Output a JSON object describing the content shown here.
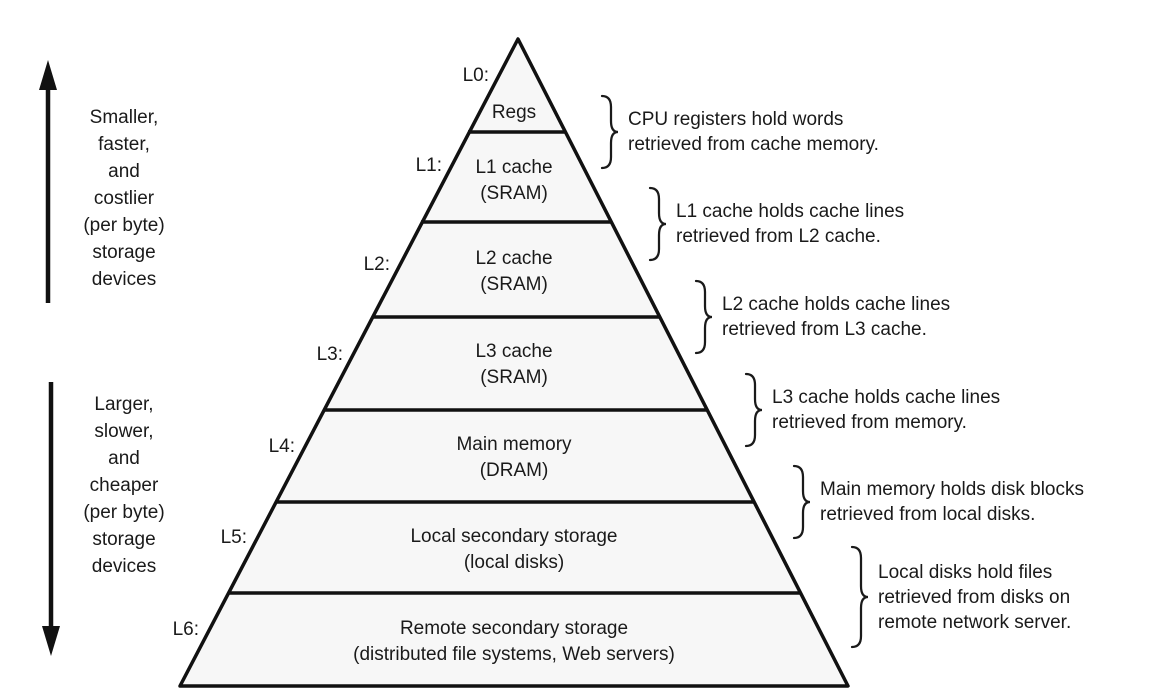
{
  "figure": {
    "left": {
      "top_arrow": {
        "direction": "up",
        "lines": [
          "Smaller,",
          "faster,",
          "and",
          "costlier",
          "(per byte)",
          "storage",
          "devices"
        ]
      },
      "bottom_arrow": {
        "direction": "down",
        "lines": [
          "Larger,",
          "slower,",
          "and",
          "cheaper",
          "(per byte)",
          "storage",
          "devices"
        ]
      }
    },
    "pyramid": {
      "levels": [
        {
          "label": "L0:",
          "lines": [
            "Regs"
          ]
        },
        {
          "label": "L1:",
          "lines": [
            "L1 cache",
            "(SRAM)"
          ]
        },
        {
          "label": "L2:",
          "lines": [
            "L2 cache",
            "(SRAM)"
          ]
        },
        {
          "label": "L3:",
          "lines": [
            "L3 cache",
            "(SRAM)"
          ]
        },
        {
          "label": "L4:",
          "lines": [
            "Main memory",
            "(DRAM)"
          ]
        },
        {
          "label": "L5:",
          "lines": [
            "Local secondary storage",
            "(local disks)"
          ]
        },
        {
          "label": "L6:",
          "lines": [
            "Remote secondary storage",
            "(distributed file systems, Web servers)"
          ]
        }
      ]
    },
    "right_annotations": [
      {
        "lines": [
          "CPU registers hold words",
          "retrieved from cache memory."
        ]
      },
      {
        "lines": [
          "L1 cache holds cache lines",
          "retrieved from L2 cache."
        ]
      },
      {
        "lines": [
          "L2 cache holds cache lines",
          "retrieved from L3 cache."
        ]
      },
      {
        "lines": [
          "L3 cache holds cache lines",
          "retrieved from memory."
        ]
      },
      {
        "lines": [
          "Main memory holds disk blocks",
          "retrieved from local disks."
        ]
      },
      {
        "lines": [
          "Local disks hold files",
          "retrieved from disks on",
          "remote network server."
        ]
      }
    ],
    "colors": {
      "ink": "#1a1a1a",
      "line": "#111111",
      "pyramid_fill": "#f7f7f7",
      "background": "#ffffff"
    }
  }
}
